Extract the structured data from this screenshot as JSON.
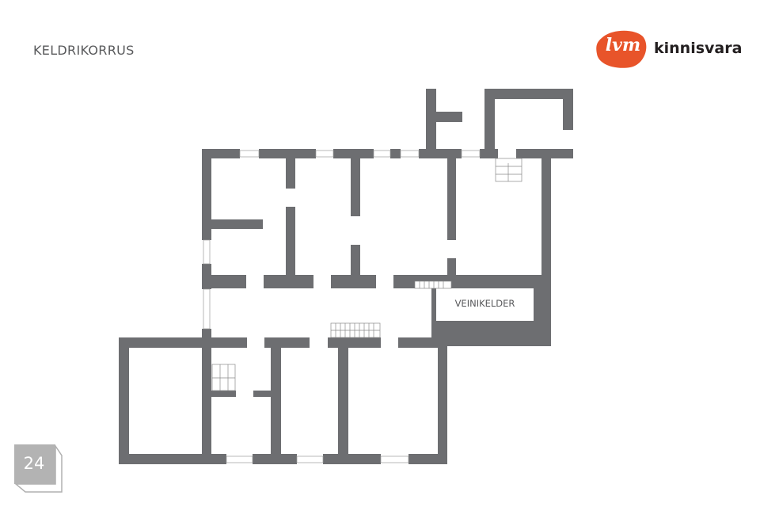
{
  "header": {
    "title": "KELDRIKORRUS"
  },
  "logo": {
    "mark": "lvm",
    "wordmark": "kinnisvara",
    "brand_color": "#e8542a"
  },
  "plan": {
    "wall_color": "#6d6e71",
    "rooms": [
      {
        "label": "VEINIKELDER"
      }
    ]
  },
  "page": {
    "number": "24"
  }
}
